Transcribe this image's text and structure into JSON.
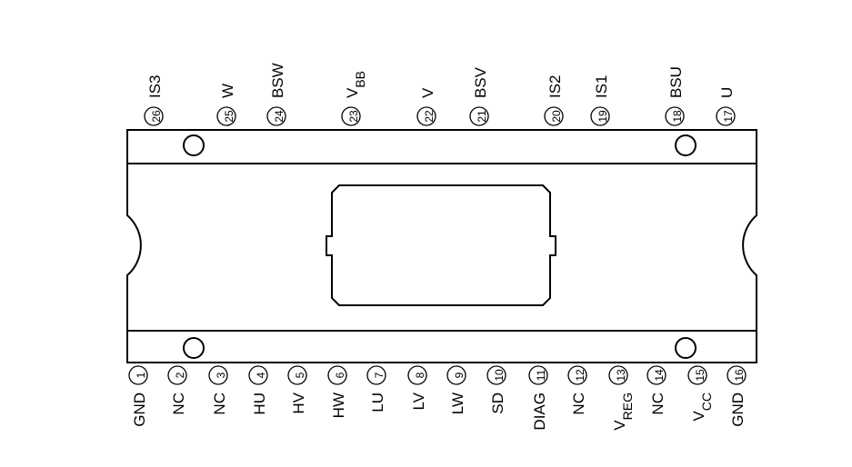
{
  "diagram": {
    "top_pins": [
      {
        "number": "26",
        "name": "IS3"
      },
      {
        "number": "25",
        "name": "W"
      },
      {
        "number": "24",
        "name": "BSW"
      },
      {
        "number": "23",
        "name": "V",
        "sub": "BB"
      },
      {
        "number": "22",
        "name": "V"
      },
      {
        "number": "21",
        "name": "BSV"
      },
      {
        "number": "20",
        "name": "IS2"
      },
      {
        "number": "19",
        "name": "IS1"
      },
      {
        "number": "18",
        "name": "BSU"
      },
      {
        "number": "17",
        "name": "U"
      }
    ],
    "bottom_pins": [
      {
        "number": "1",
        "name": "GND"
      },
      {
        "number": "2",
        "name": "NC"
      },
      {
        "number": "3",
        "name": "NC"
      },
      {
        "number": "4",
        "name": "HU"
      },
      {
        "number": "5",
        "name": "HV"
      },
      {
        "number": "6",
        "name": "HW"
      },
      {
        "number": "7",
        "name": "LU"
      },
      {
        "number": "8",
        "name": "LV"
      },
      {
        "number": "9",
        "name": "LW"
      },
      {
        "number": "10",
        "name": "SD"
      },
      {
        "number": "11",
        "name": "DIAG"
      },
      {
        "number": "12",
        "name": "NC"
      },
      {
        "number": "13",
        "name": "V",
        "sub": "REG"
      },
      {
        "number": "14",
        "name": "NC"
      },
      {
        "number": "15",
        "name": "V",
        "sub": "CC"
      },
      {
        "number": "16",
        "name": "GND"
      }
    ]
  }
}
